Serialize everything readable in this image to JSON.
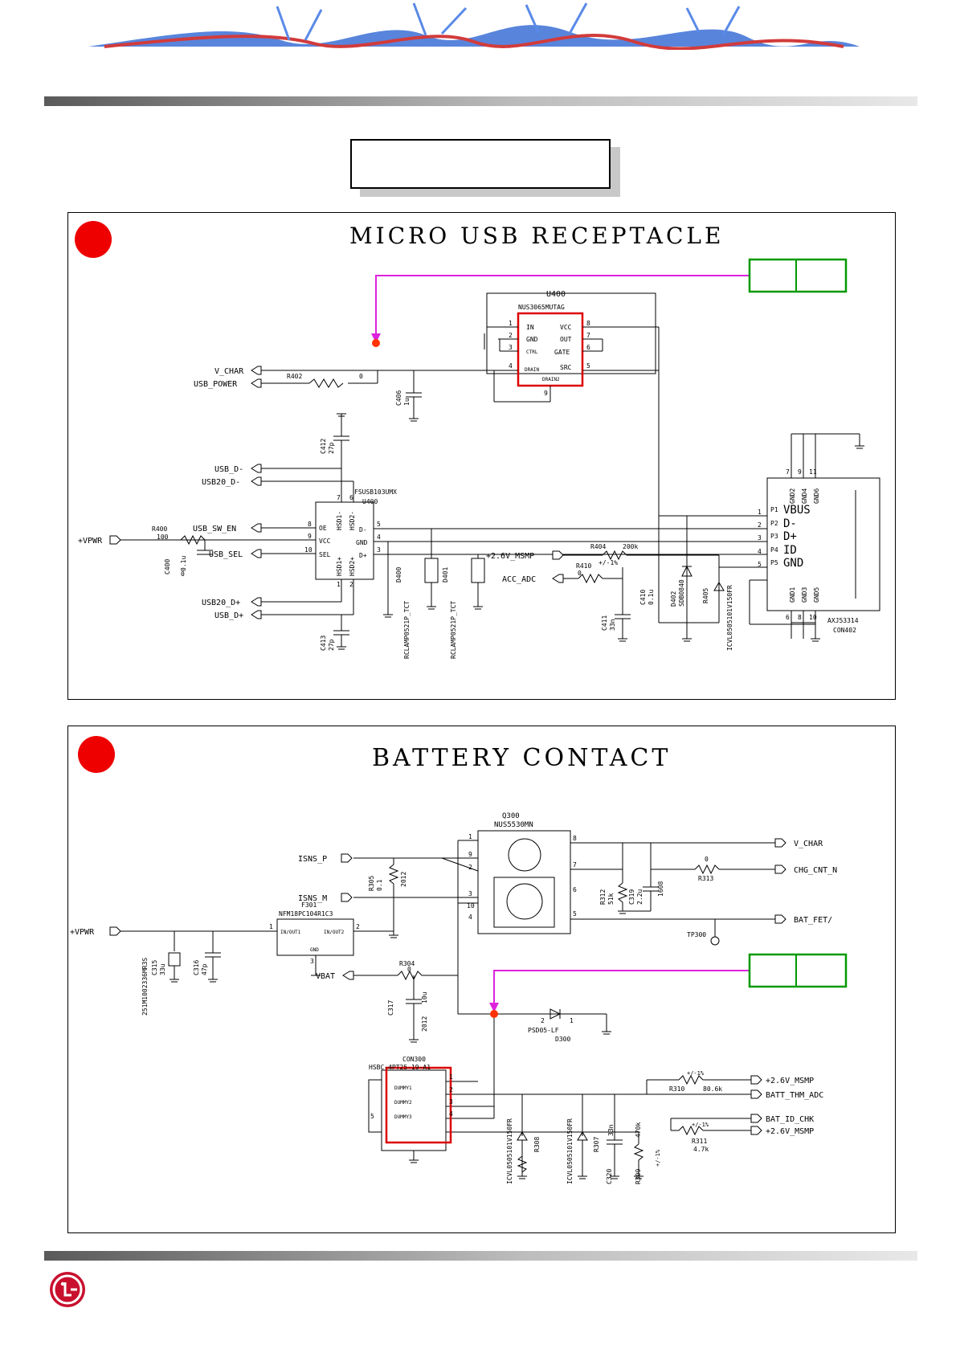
{
  "sections": [
    {
      "title": "MICRO USB RECEPTACLE"
    },
    {
      "title": "BATTERY CONTACT"
    }
  ],
  "usb": {
    "u400_ref": "U400",
    "u400_part": "NUS3065MUTAG",
    "u400_pins": {
      "in": "IN",
      "gnd": "GND",
      "ctrl": "CTRL",
      "drain": "DRAIN",
      "drain2": "DRAIN2",
      "vcc": "VCC",
      "out": "OUT",
      "gate": "GATE",
      "src": "SRC"
    },
    "u400_nums": [
      "1",
      "2",
      "3",
      "4",
      "8",
      "7",
      "6",
      "5",
      "9"
    ],
    "v_char": "V_CHAR",
    "usb_power": "USB_POWER",
    "r402": "R402",
    "r402_val": "0",
    "c406": "C406",
    "c406_val": "1u",
    "c412": "C412",
    "c412_val": "27p",
    "usb_dm": "USB_D-",
    "usb20_dm": "USB20_D-",
    "fsusb": "FSUSB103UMX",
    "u_ref": "U400",
    "usb_sw_en": "USB_SW_EN",
    "usb_sel": "USB_SEL",
    "vpwr": "+VPWR",
    "r400": "R400",
    "r400_val": "100",
    "c400": "C400",
    "c400_val": "0.1u",
    "c400_val2": "0",
    "sw_pins": {
      "oe": "OE",
      "vcc": "VCC",
      "sel": "SEL",
      "hsd1m": "HSD1-",
      "hsd2m": "HSD2-",
      "hsd1p": "HSD1+",
      "hsd2p": "HSD2+",
      "dm": "D-",
      "gnd": "GND",
      "dp": "D+"
    },
    "sw_nums": [
      "7",
      "6",
      "8",
      "9",
      "10",
      "5",
      "4",
      "3",
      "1",
      "2"
    ],
    "usb20_dp": "USB20_D+",
    "usb_dp": "USB_D+",
    "c413": "C413",
    "c413_val": "27p",
    "d400": "D400",
    "d400_part": "RCLAMP0521P_TCT",
    "d401": "D401",
    "d401_part": "RCLAMP0521P_TCT",
    "msmp": "+2.6V_MSMP",
    "r404": "R404",
    "r404_val": "200k",
    "r410": "R410",
    "r410_val": "0",
    "r410_tol": "+/-1%",
    "acc_adc": "ACC_ADC",
    "c411": "C411",
    "c411_val": "33n",
    "c410": "C410",
    "c410_val": "0.1u",
    "d402": "D402",
    "d402_part": "SDB0840",
    "r405": "R405",
    "d403_part": "ICVL0505101V150FR",
    "conn_pins": [
      {
        "num": "1",
        "p": "P1",
        "name": "VBUS"
      },
      {
        "num": "2",
        "p": "P2",
        "name": "D-"
      },
      {
        "num": "3",
        "p": "P3",
        "name": "D+"
      },
      {
        "num": "4",
        "p": "P4",
        "name": "ID"
      },
      {
        "num": "5",
        "p": "P5",
        "name": "GND"
      }
    ],
    "conn_gnd_top": [
      "GND2",
      "GND4",
      "GND6"
    ],
    "conn_gnd_top_nums": [
      "7",
      "9",
      "11"
    ],
    "conn_gnd_bot": [
      "GND1",
      "GND3",
      "GND5"
    ],
    "conn_gnd_bot_nums": [
      "6",
      "8",
      "10"
    ],
    "conn_part": "AXJ53314",
    "conn_ref": "CON402"
  },
  "batt": {
    "q300": "Q300",
    "q300_part": "NUS5530MN",
    "q_nums": [
      "1",
      "9",
      "2",
      "3",
      "10",
      "4",
      "8",
      "7",
      "6",
      "5"
    ],
    "isns_p": "ISNS_P",
    "isns_m": "ISNS_M",
    "r305": "R305",
    "r305_val": "0.1",
    "r305_size": "2012",
    "v_char": "V_CHAR",
    "chg_cnt_n": "CHG_CNT_N",
    "r312": "R312",
    "r312_val": "51k",
    "c319": "C319",
    "c319_val": "2.2u",
    "c319_size": "1608",
    "r313": "R313",
    "r313_val": "0",
    "bat_fet": "BAT_FET/",
    "tp300": "TP300",
    "vpwr": "+VPWR",
    "f301": "F301",
    "f301_part": "NFM18PC104R1C3",
    "f_in": "IN/OUT1",
    "f_out": "IN/OUT2",
    "f_gnd": "GND",
    "f_nums": [
      "1",
      "2",
      "3"
    ],
    "c315_part": "251M1002336MR3S",
    "c315": "C315",
    "c315_val": "33u",
    "c316": "C316",
    "c316_val": "47p",
    "vbat": "VBAT",
    "r304": "R304",
    "r304_val": "0",
    "c317": "C317",
    "c317_val": "10u",
    "c317_size": "2012",
    "d300_part": "PSD05-LF",
    "d300": "D300",
    "d300_nums": [
      "2",
      "1"
    ],
    "con300": "CON300",
    "con300_part": "HSBC-4PT25-19-A1",
    "con_pins": [
      "DUMMY1",
      "DUMMY2",
      "DUMMY3"
    ],
    "con_nums": [
      "1",
      "2",
      "3",
      "4",
      "5"
    ],
    "msmp": "+2.6V_MSMP",
    "batt_thm": "BATT_THM_ADC",
    "bat_id": "BAT_ID_CHK",
    "r310": "R310",
    "r310_val": "80.6k",
    "r310_tol": "+/-1%",
    "r311": "R311",
    "r311_val": "4.7k",
    "r311_tol": "+/-1%",
    "tvs1": "ICVL0505101V150FR",
    "tvs2": "ICVL0505101V150FR",
    "r308": "R308",
    "r307": "R307",
    "c320": "C320",
    "c320_val": "33n",
    "r309": "R309",
    "r309_val": "470k",
    "r309_tol": "+/-1%"
  },
  "colors": {
    "badge": "#ee0000",
    "highlight": "#dd0000",
    "callout": "#009900",
    "arrow": "#dd22dd",
    "node": "#ff3300"
  }
}
